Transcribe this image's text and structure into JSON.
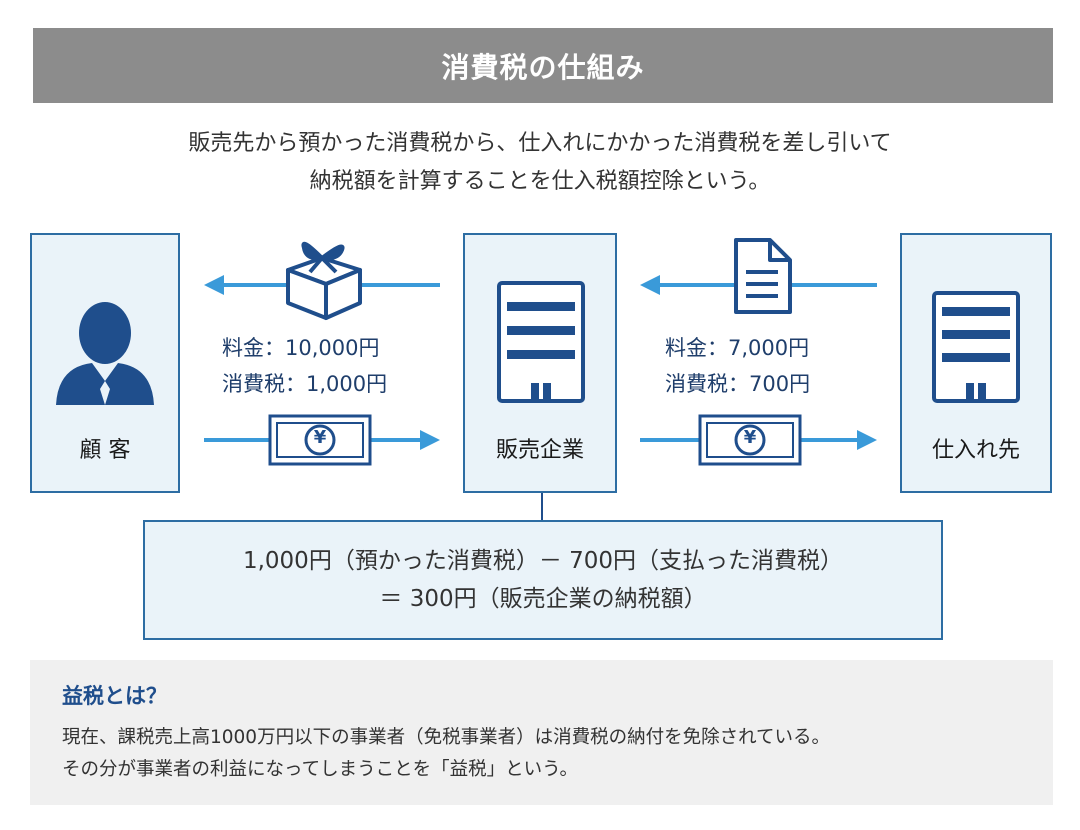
{
  "header": {
    "title": "消費税の仕組み"
  },
  "intro": {
    "line1": "販売先から預かった消費税から、仕入れにかかった消費税を差し引いて",
    "line2": "納税額を計算することを仕入税額控除という。"
  },
  "entities": {
    "customer": "顧 客",
    "seller": "販売企業",
    "supplier": "仕入れ先"
  },
  "left_flow": {
    "price_line": "料金：10,000円",
    "tax_line": "消費税：1,000円",
    "money_symbol": "¥"
  },
  "right_flow": {
    "price_line": "料金：7,000円",
    "tax_line": "消費税：700円",
    "money_symbol": "¥"
  },
  "formula": {
    "line1": "1,000円（預かった消費税）－ 700円（支払った消費税）",
    "line2": "＝ 300円（販売企業の納税額）"
  },
  "note": {
    "title": "益税とは？",
    "line1": "現在、課税売上高1000万円以下の事業者（免税事業者）は消費税の納付を免除されている。",
    "line2": "その分が事業者の利益になってしまうことを「益税」という。"
  },
  "colors": {
    "accent": "#1f4e8c",
    "arrow": "#3a9ad9",
    "box_fill": "#eaf3f9",
    "header_bg": "#8c8c8c"
  },
  "icons": [
    "person-icon",
    "building-icon",
    "gift-box-icon",
    "document-icon",
    "banknote-icon"
  ]
}
